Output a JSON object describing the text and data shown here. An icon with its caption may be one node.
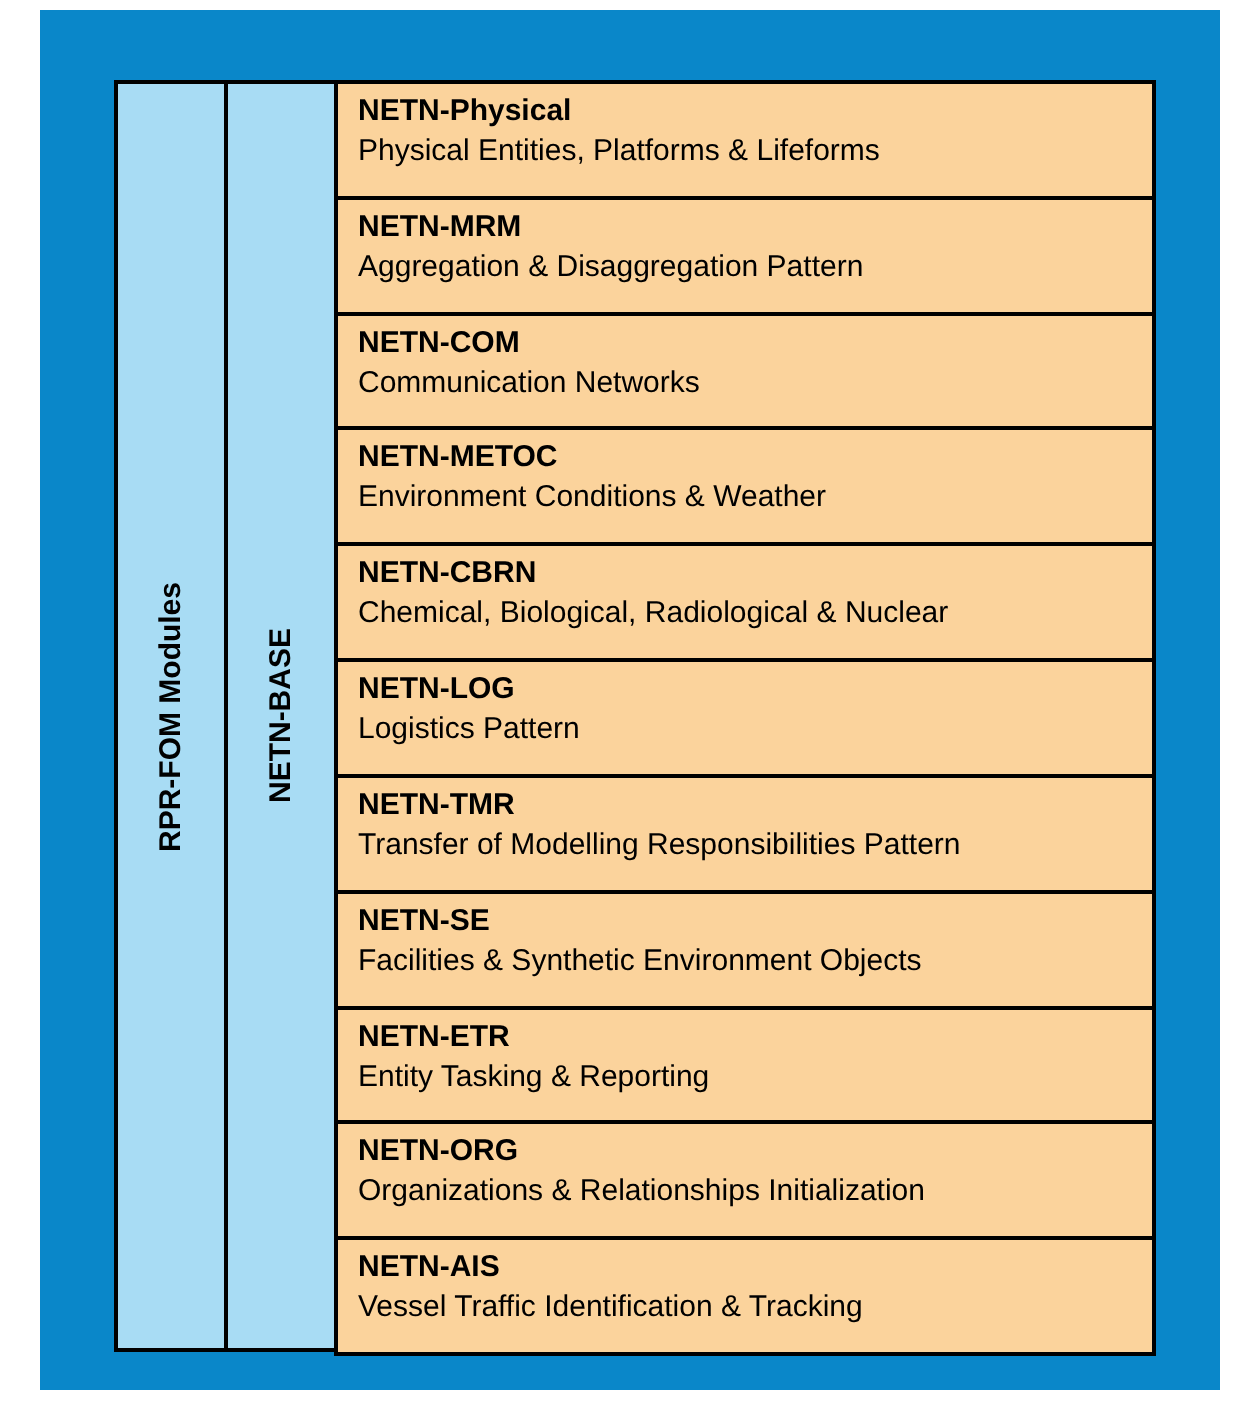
{
  "diagram": {
    "nodes": [
      {
        "text": [
          "RPR-FOM Modules"
        ]
      },
      {
        "text": [
          "NETN-BASE"
        ]
      },
      {
        "text": [
          "NETN-Physical",
          "Physical Entities, Platforms & Lifeforms"
        ]
      },
      {
        "text": [
          "NETN-MRM",
          "Aggregation & Disaggregation Pattern"
        ]
      },
      {
        "text": [
          "NETN-COM",
          "Communication Networks"
        ]
      },
      {
        "text": [
          "NETN-METOC",
          "Environment Conditions & Weather"
        ]
      },
      {
        "text": [
          "NETN-CBRN",
          "Chemical, Biological, Radiological & Nuclear"
        ]
      },
      {
        "text": [
          "NETN-LOG",
          "Logistics Pattern"
        ]
      },
      {
        "text": [
          "NETN-TMR",
          "Transfer of Modelling Responsibilities Pattern"
        ]
      },
      {
        "text": [
          "NETN-SE",
          "Facilities & Synthetic Environment Objects"
        ]
      },
      {
        "text": [
          "NETN-ETR",
          "Entity Tasking & Reporting"
        ]
      },
      {
        "text": [
          "NETN-ORG",
          "Organizations & Relationships Initialization"
        ]
      },
      {
        "text": [
          "NETN-AIS",
          "Vessel Traffic Identification & Tracking"
        ]
      }
    ]
  }
}
